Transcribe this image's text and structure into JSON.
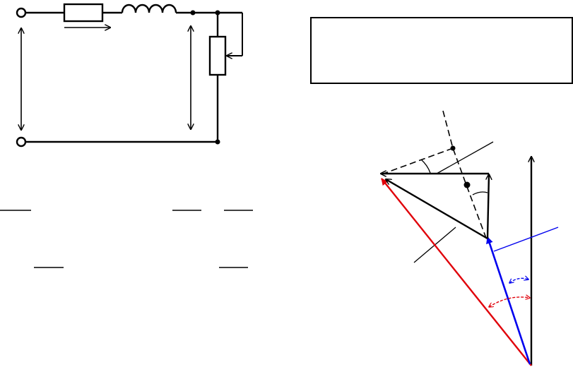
{
  "colors": {
    "ink": "#000000",
    "red": "#e0000a",
    "blue": "#0000ee",
    "background": "#ffffff"
  },
  "diagram": {
    "circuit": {
      "terminals": 2,
      "elements": [
        "resistor",
        "inductor",
        "rheostat"
      ]
    },
    "legend_box_text": "",
    "formula_fraction_bars": 5,
    "phasor": {
      "vectors": [
        "black",
        "red",
        "blue"
      ]
    }
  }
}
